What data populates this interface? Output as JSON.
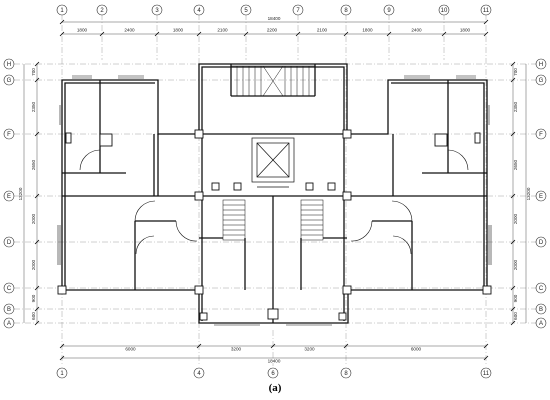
{
  "caption": "(a)",
  "axes": {
    "columns_top": [
      "1",
      "2",
      "3",
      "4",
      "5",
      "7",
      "8",
      "9",
      "10",
      "11"
    ],
    "columns_bottom": [
      "1",
      "4",
      "6",
      "8",
      "11"
    ],
    "rows_left": [
      "H",
      "G",
      "F",
      "E",
      "D",
      "C",
      "B",
      "A"
    ],
    "rows_right": [
      "H",
      "G",
      "F",
      "E",
      "D",
      "C",
      "B",
      "A"
    ]
  },
  "dimensions": {
    "top_overall": "18400",
    "top_segments": [
      "1800",
      "2400",
      "1800",
      "2100",
      "2200",
      "2100",
      "1800",
      "2400",
      "1800"
    ],
    "bottom_segments": [
      "6000",
      "3200",
      "3200",
      "6000"
    ],
    "bottom_overall": "18400",
    "left_segments": [
      "700",
      "2350",
      "2650",
      "2000",
      "2000",
      "900",
      "600"
    ],
    "left_overall": "13200",
    "right_segments": [
      "700",
      "2350",
      "2650",
      "2000",
      "2000",
      "900",
      "600"
    ],
    "right_overall": "13200"
  }
}
